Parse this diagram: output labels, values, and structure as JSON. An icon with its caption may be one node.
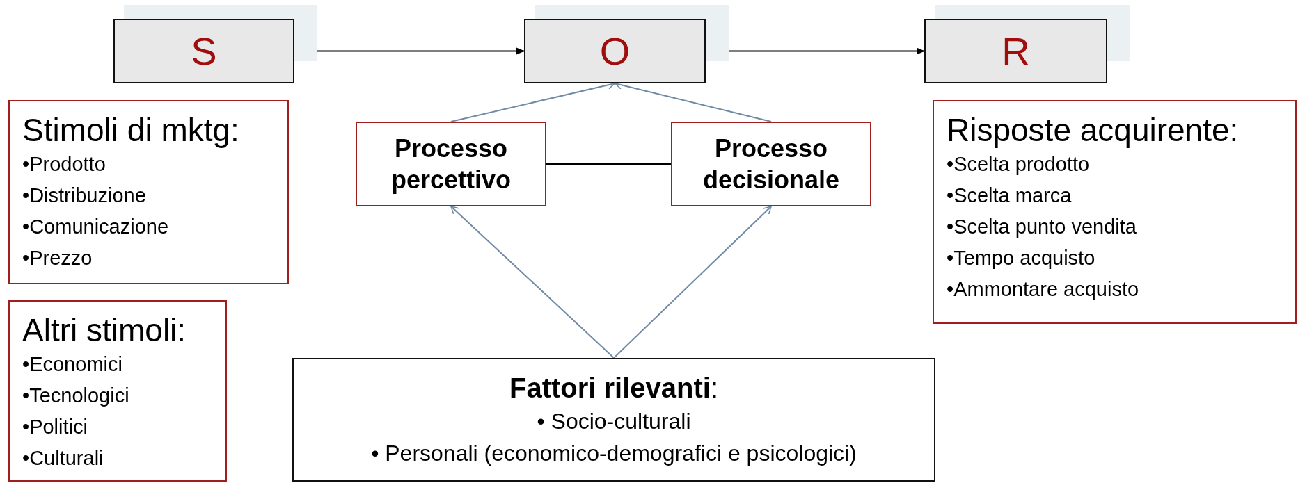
{
  "diagram": {
    "nodes": [
      {
        "text": [
          "S"
        ]
      },
      {
        "text": [
          "O"
        ]
      },
      {
        "text": [
          "R"
        ]
      },
      {
        "text": [
          "Stimoli di mktg:",
          "•Prodotto",
          "•Distribuzione",
          "•Comunicazione",
          "•Prezzo"
        ]
      },
      {
        "text": [
          "Processo percettivo"
        ]
      },
      {
        "text": [
          "Processo decisionale"
        ]
      },
      {
        "text": [
          "Risposte acquirente:",
          "•Scelta prodotto",
          "•Scelta marca",
          "•Scelta punto vendita",
          "•Tempo acquisto",
          "•Ammontare acquisto"
        ]
      },
      {
        "text": [
          "Altri stimoli:",
          "•Economici",
          "•Tecnologici",
          "•Politici",
          "•Culturali"
        ]
      },
      {
        "text": [
          "**Fattori rilevanti**:",
          "• Socio-culturali",
          "• Personali (economico-demografici e psicologici)"
        ]
      }
    ],
    "edges": [
      {
        "from": 0,
        "to": 1,
        "arrow": "to",
        "color": "#000000"
      },
      {
        "from": 1,
        "to": 2,
        "arrow": "to",
        "color": "#000000"
      },
      {
        "from": 4,
        "to": 1,
        "arrow": "to"
      },
      {
        "from": 5,
        "to": 1,
        "arrow": "to"
      },
      {
        "from": 4,
        "to": 5,
        "arrow": "none",
        "color": "#000000"
      },
      {
        "from": 8,
        "to": 4,
        "arrow": "to"
      },
      {
        "from": 8,
        "to": 5,
        "arrow": "to"
      }
    ]
  }
}
